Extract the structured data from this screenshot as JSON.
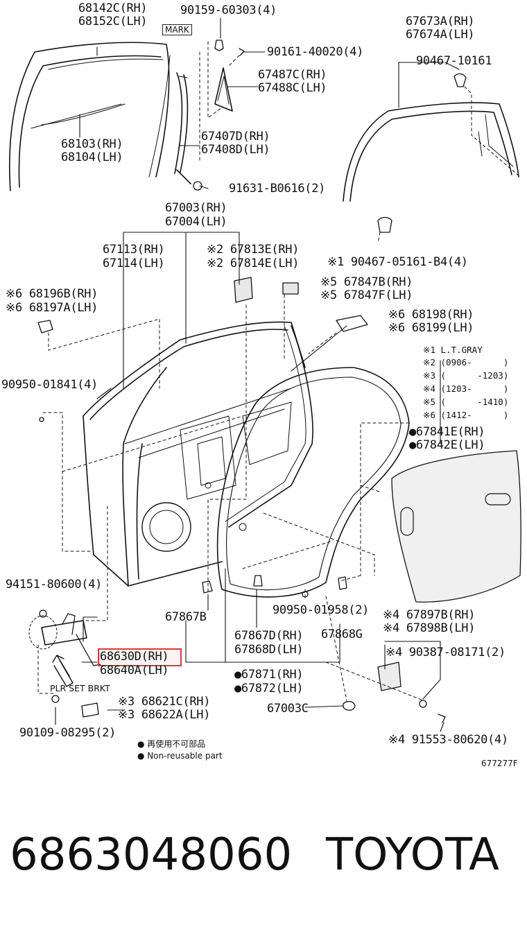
{
  "labels": {
    "p68142c": "68142C(RH)",
    "p68152c": "68152C(LH)",
    "mark": "MARK",
    "p90159": "90159-60303(4)",
    "p90161": "90161-40020(4)",
    "p67487c": "67487C(RH)",
    "p67488c": "67488C(LH)",
    "p68103": "68103(RH)",
    "p68104": "68104(LH)",
    "p67407d": "67407D(RH)",
    "p67408d": "67408D(LH)",
    "p91631": "91631-B0616(2)",
    "p67673a": "67673A(RH)",
    "p67674a": "67674A(LH)",
    "p90467_10161": "90467-10161",
    "p67003": "67003(RH)",
    "p67004": "67004(LH)",
    "p67113": "67113(RH)",
    "p67114": "67114(LH)",
    "p67813e": "※2 67813E(RH)",
    "p67814e": "※2 67814E(LH)",
    "p90467_05161": "※1 90467-05161-B4(4)",
    "p68196b": "※6 68196B(RH)",
    "p68197a": "※6 68197A(LH)",
    "p67847b": "※5 67847B(RH)",
    "p67847f": "※5 67847F(LH)",
    "p68198": "※6 68198(RH)",
    "p68199": "※6 68199(LH)",
    "p90950_01841": "90950-01841(4)",
    "p67841e": "●67841E(RH)",
    "p67842e": "●67842E(LH)",
    "p94151": "94151-80600(4)",
    "p67867b": "67867B",
    "p90950_01958": "90950-01958(2)",
    "p67897b": "※4 67897B(RH)",
    "p67898b": "※4 67898B(LH)",
    "p67867d": "67867D(RH)",
    "p67868d": "67868D(LH)",
    "p67868g": "67868G",
    "p90387": "※4 90387-08171(2)",
    "p68630d": "68630D(RH)",
    "p68640a": "68640A(LH)",
    "p67871": "●67871(RH)",
    "p67872": "●67872(LH)",
    "plr": "PLR SET BRKT",
    "p68621c": "※3 68621C(RH)",
    "p68622a": "※3 68622A(LH)",
    "p67003c": "67003C",
    "p90109": "90109-08295(2)",
    "p91553": "※4 91553-80620(4)",
    "legend1": "● 再使用不可部品",
    "legend2": "● Non-reusable part",
    "code": "677277F"
  },
  "notes": [
    "※1 L.T.GRAY",
    "※2 (0906-      )",
    "※3 (      -1203)",
    "※4 (1203-      )",
    "※5 (      -1410)",
    "※6 (1412-      )"
  ],
  "footer": {
    "part_number": "6863048060",
    "brand": "TOYOTA"
  },
  "highlight_color": "#e0343c"
}
